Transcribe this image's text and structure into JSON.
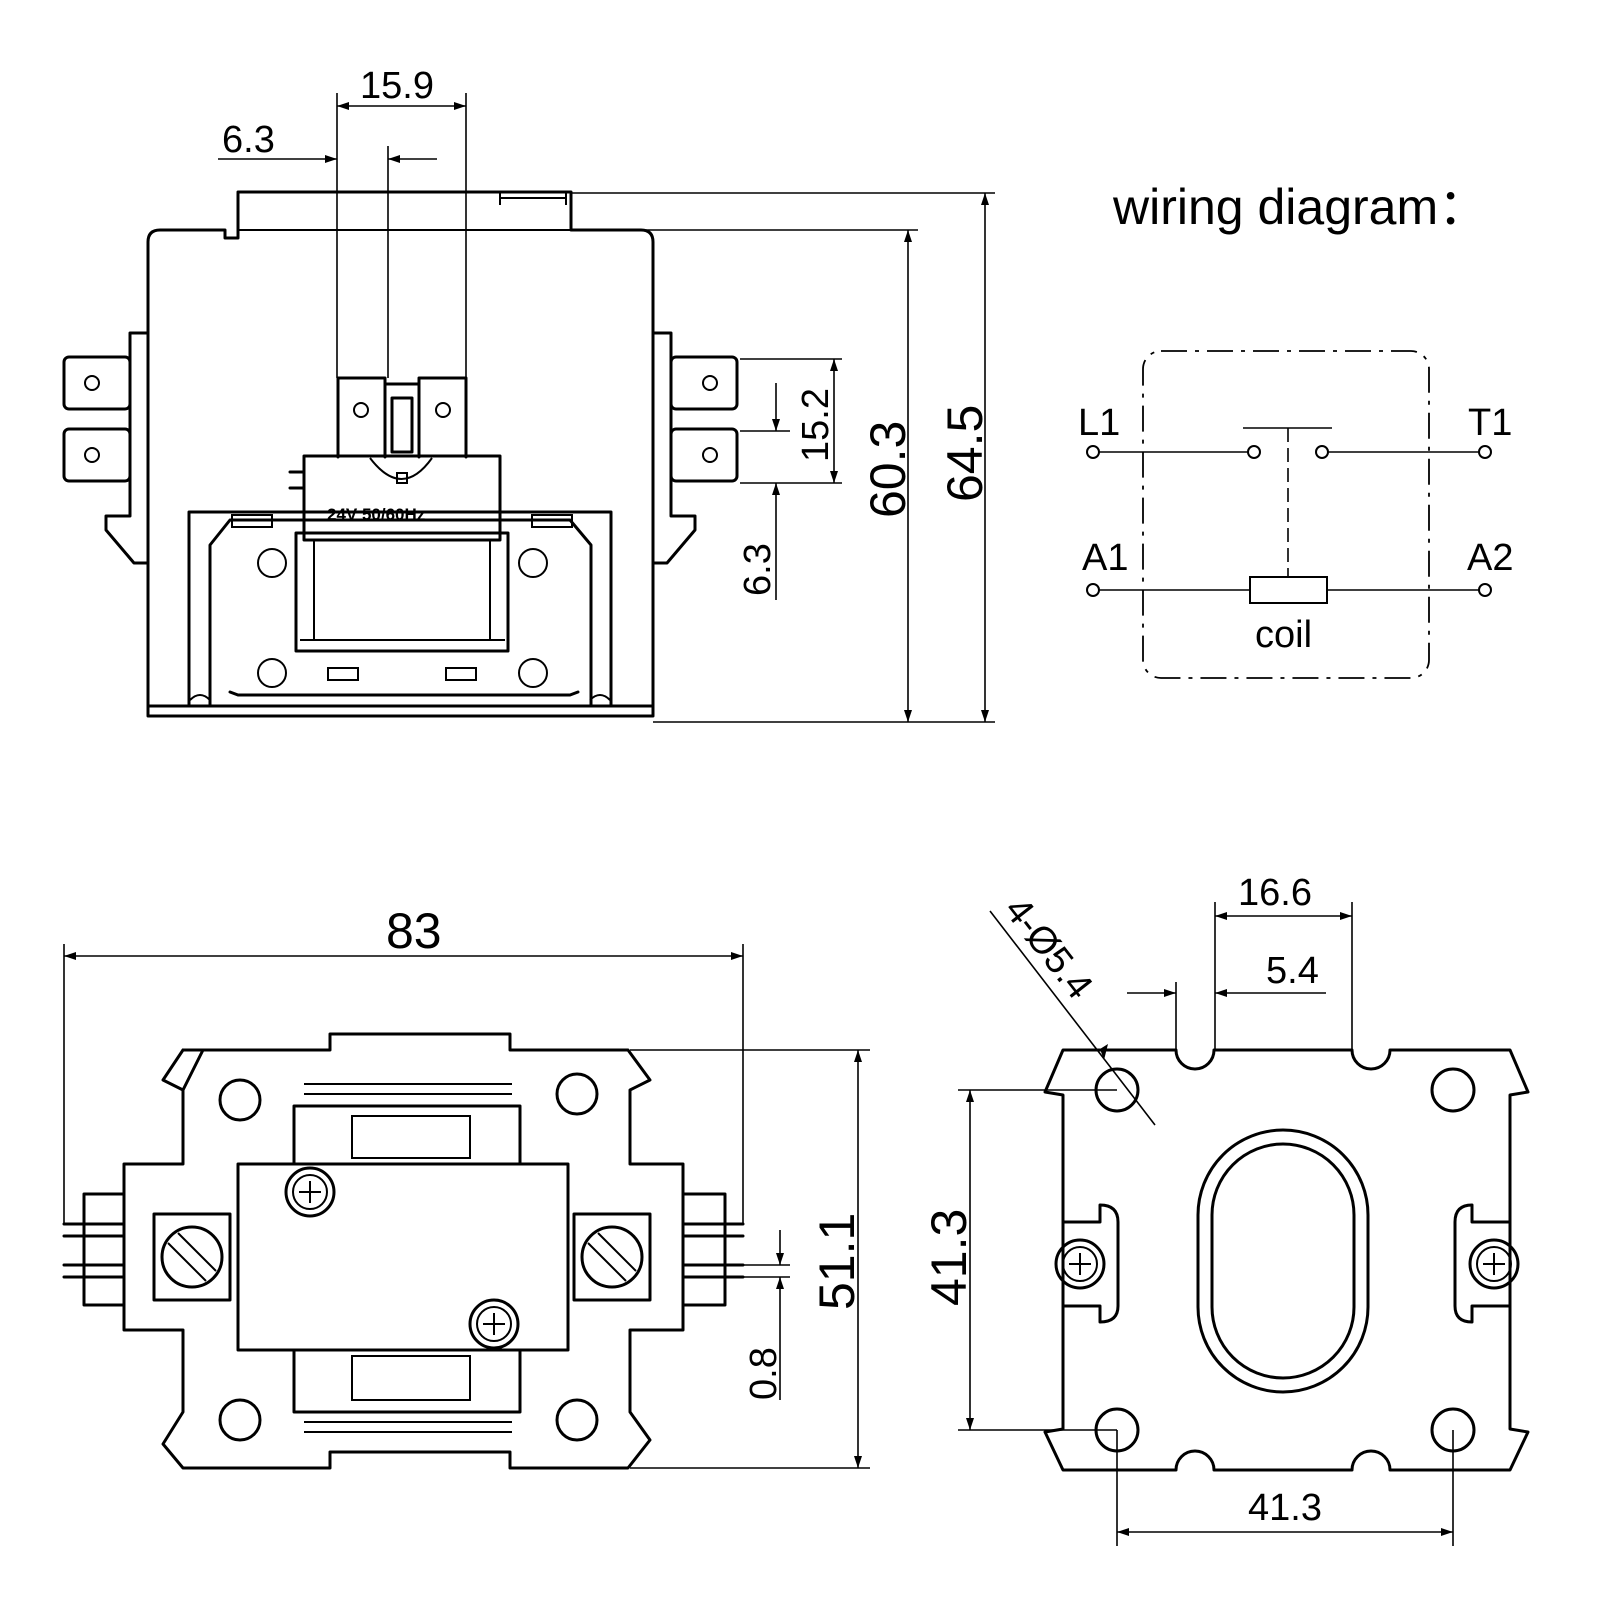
{
  "front_view": {
    "dim_terminal_spacing": "15.9",
    "dim_terminal_width": "6.3",
    "dim_tab_pitch": "15.2",
    "dim_tab_width": "6.3",
    "dim_body_height": "60.3",
    "dim_total_height": "64.5",
    "coil_label": "24V  50/60Hz"
  },
  "wiring_diagram": {
    "title": "wiring diagram：",
    "terminal_l1": "L1",
    "terminal_t1": "T1",
    "terminal_a1": "A1",
    "terminal_a2": "A2",
    "coil_label": "coil"
  },
  "top_view": {
    "dim_width": "83",
    "dim_depth": "51.1",
    "dim_tab_thickness": "0.8"
  },
  "base_view": {
    "dim_hole_callout": "4-Ø5.4",
    "dim_slot_spacing": "16.6",
    "dim_slot_width": "5.4",
    "dim_hole_spacing_vertical": "41.3",
    "dim_hole_spacing_horizontal": "41.3"
  }
}
